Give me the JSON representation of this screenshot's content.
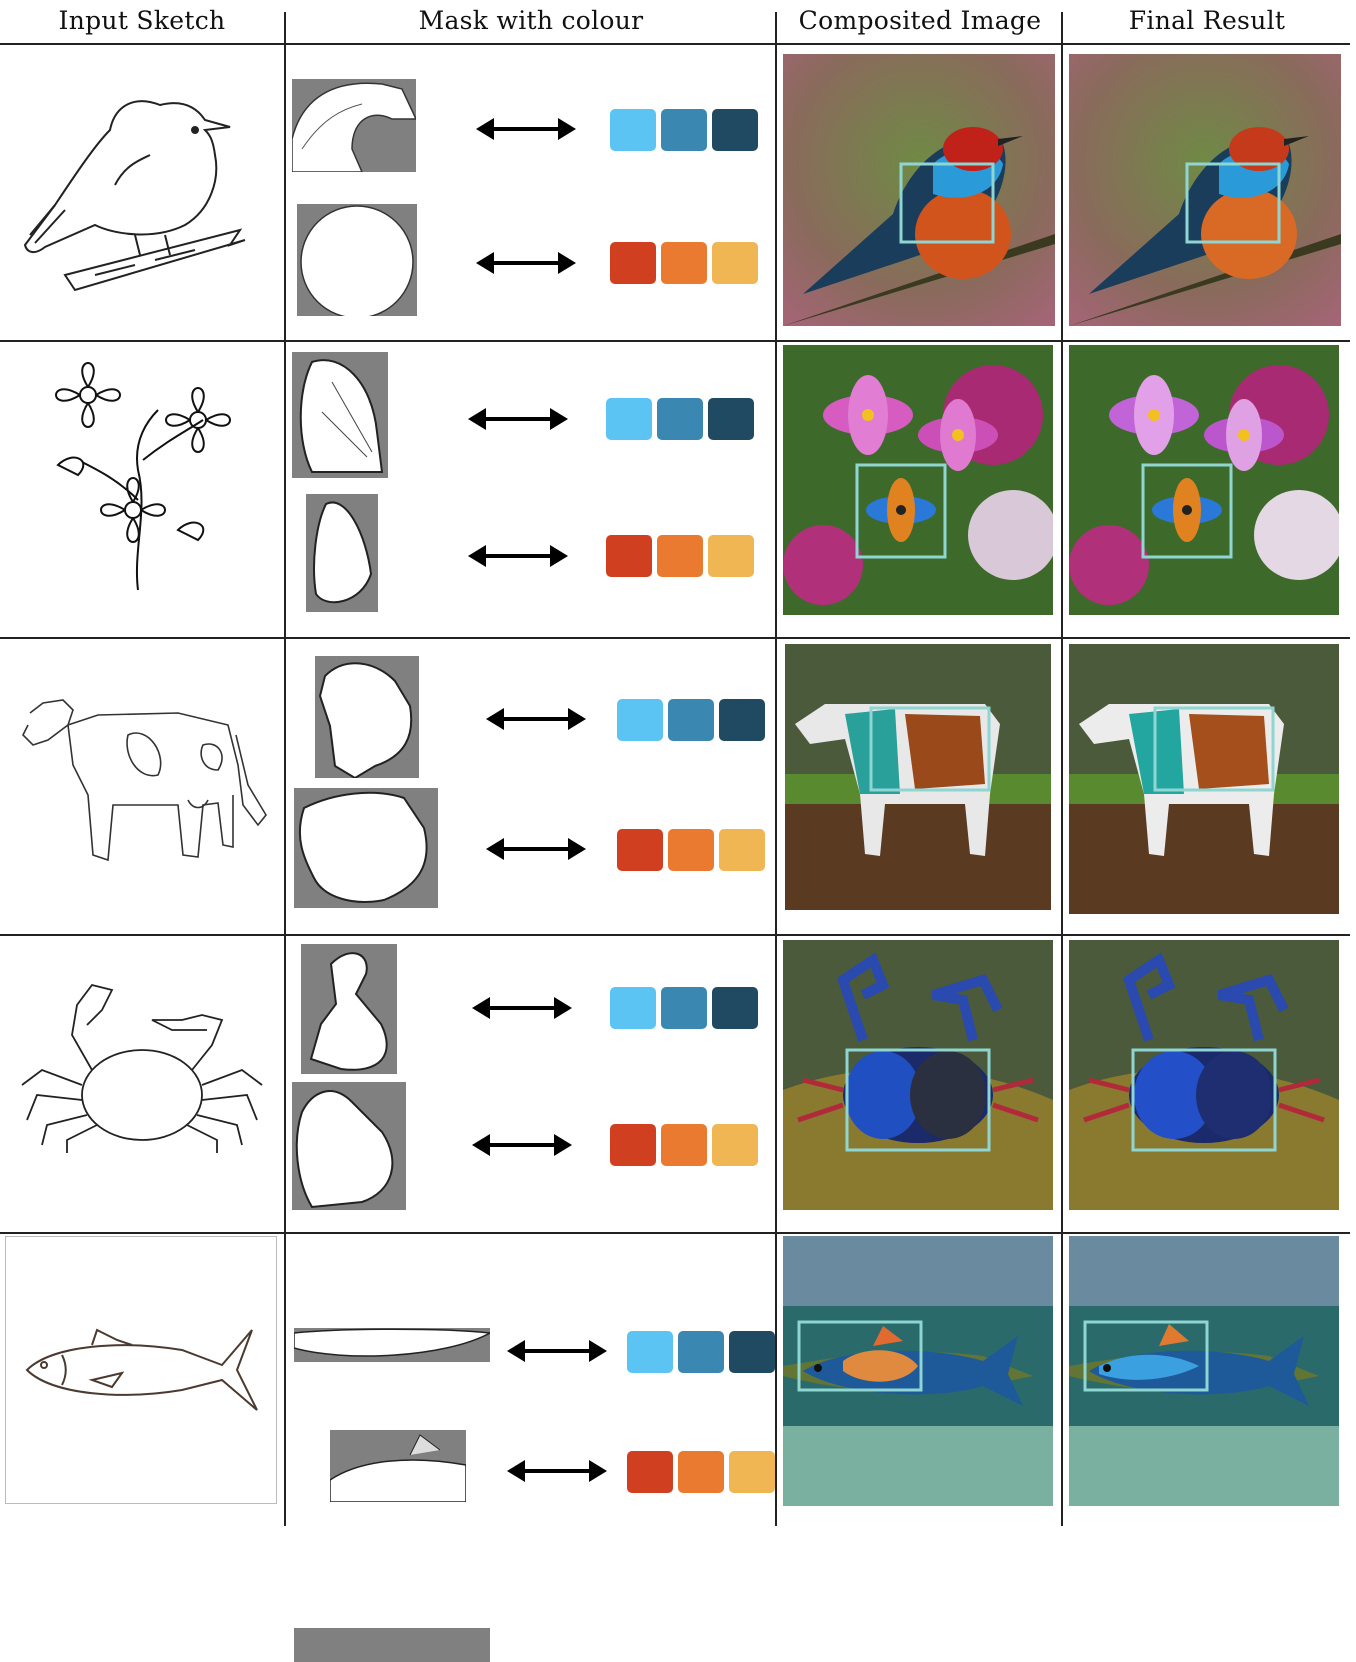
{
  "headers": {
    "input_sketch": "Input Sketch",
    "mask_with_colour": "Mask with colour",
    "composited_image": "Composited Image",
    "final_result": "Final Result"
  },
  "palettes": {
    "cool": [
      "#5bc4f3",
      "#3a88b1",
      "#1f4a62"
    ],
    "warm": [
      "#d13f21",
      "#ea7a30",
      "#f0b653"
    ]
  },
  "highlight_box_color": "#8fd6d2",
  "rows": [
    {
      "subject": "bird"
    },
    {
      "subject": "flower"
    },
    {
      "subject": "cow"
    },
    {
      "subject": "crab"
    },
    {
      "subject": "fish"
    }
  ]
}
